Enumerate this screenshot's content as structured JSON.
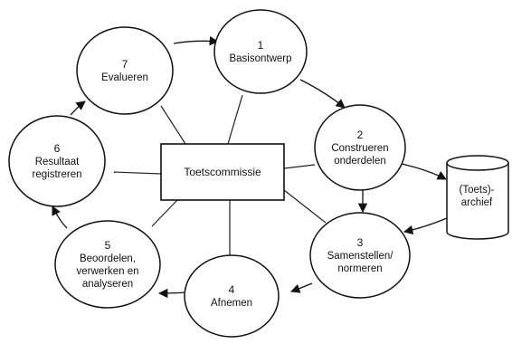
{
  "center": {
    "label": "Toetscommissie"
  },
  "archive": {
    "label": "(Toets)-\narchief"
  },
  "stages": [
    {
      "number": "1",
      "label": "Basisontwerp"
    },
    {
      "number": "2",
      "label": "Construeren\nonderdelen"
    },
    {
      "number": "3",
      "label": "Samenstellen/\nnormeren"
    },
    {
      "number": "4",
      "label": "Afnemen"
    },
    {
      "number": "5",
      "label": "Beoordelen,\nverwerken en\nanalyseren"
    },
    {
      "number": "6",
      "label": "Resultaat\nregistreren"
    },
    {
      "number": "7",
      "label": "Evalueren"
    }
  ]
}
